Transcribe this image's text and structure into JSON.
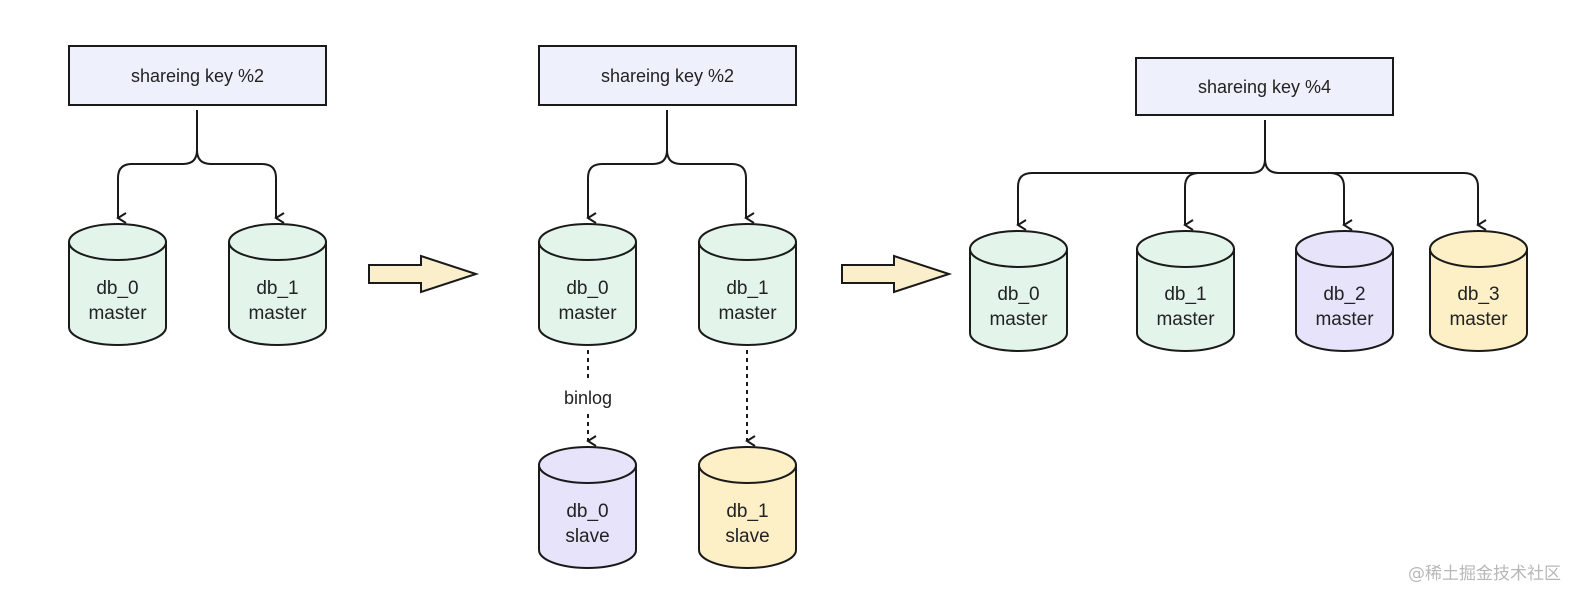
{
  "stages": [
    {
      "rule": "shareing key %2",
      "masters": [
        {
          "line1": "db_0",
          "line2": "master",
          "color": "#e3f5ea"
        },
        {
          "line1": "db_1",
          "line2": "master",
          "color": "#e3f5ea"
        }
      ]
    },
    {
      "rule": "shareing key %2",
      "masters": [
        {
          "line1": "db_0",
          "line2": "master",
          "color": "#e3f5ea"
        },
        {
          "line1": "db_1",
          "line2": "master",
          "color": "#e3f5ea"
        }
      ],
      "slaves": [
        {
          "line1": "db_0",
          "line2": "slave",
          "color": "#e6e3fb"
        },
        {
          "line1": "db_1",
          "line2": "slave",
          "color": "#fdefc6"
        }
      ],
      "replication_label": "binlog"
    },
    {
      "rule": "shareing key %4",
      "masters": [
        {
          "line1": "db_0",
          "line2": "master",
          "color": "#e3f5ea"
        },
        {
          "line1": "db_1",
          "line2": "master",
          "color": "#e3f5ea"
        },
        {
          "line1": "db_2",
          "line2": "master",
          "color": "#e6e3fb"
        },
        {
          "line1": "db_3",
          "line2": "master",
          "color": "#fdefc6"
        }
      ]
    }
  ],
  "colors": {
    "rule_box_fill": "#eef1fb",
    "stroke": "#1a1a1a",
    "transition_arrow_fill": "#fbeecb"
  },
  "watermark": "@稀土掘金技术社区"
}
